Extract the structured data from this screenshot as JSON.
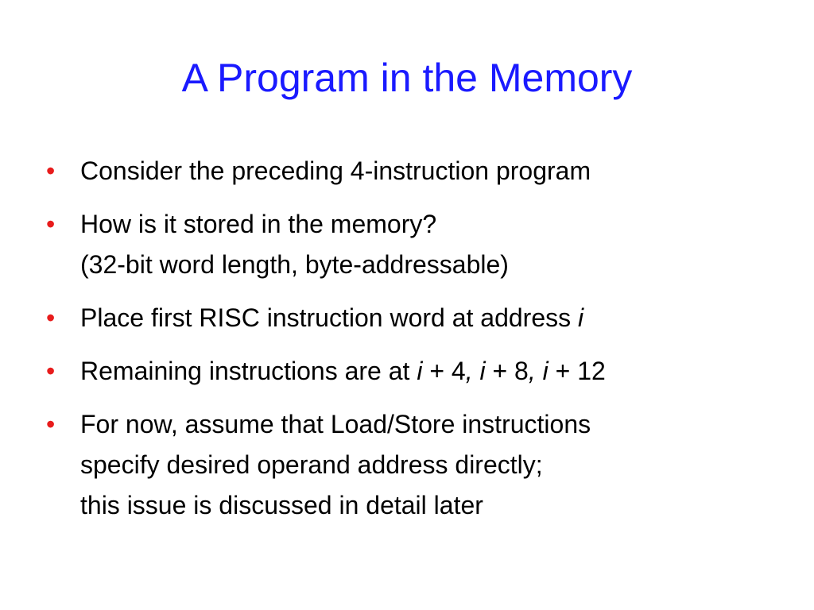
{
  "slide": {
    "title": "A Program in the Memory",
    "bullet_symbol": "•",
    "accent_color": "#1a1aff",
    "bullet_color": "#e81c1c",
    "bullets": [
      {
        "line1": "Consider the preceding 4-instruction program"
      },
      {
        "line1": "How is it stored in the memory?",
        "line2": "(32-bit word length, byte-addressable)"
      },
      {
        "text": "Place first RISC instruction word at address ",
        "var": "i"
      },
      {
        "prefix": "Remaining instructions are at ",
        "v1": "i",
        "t1": " + 4",
        "sep1": ",",
        "v2": "i",
        "t2": " + 8",
        "sep2": ",",
        "v3": "i",
        "t3": " + 12"
      },
      {
        "line1": "For now, assume that Load/Store instructions",
        "line2": "specify desired operand address directly;",
        "line3": "this issue is discussed in detail later"
      }
    ]
  }
}
